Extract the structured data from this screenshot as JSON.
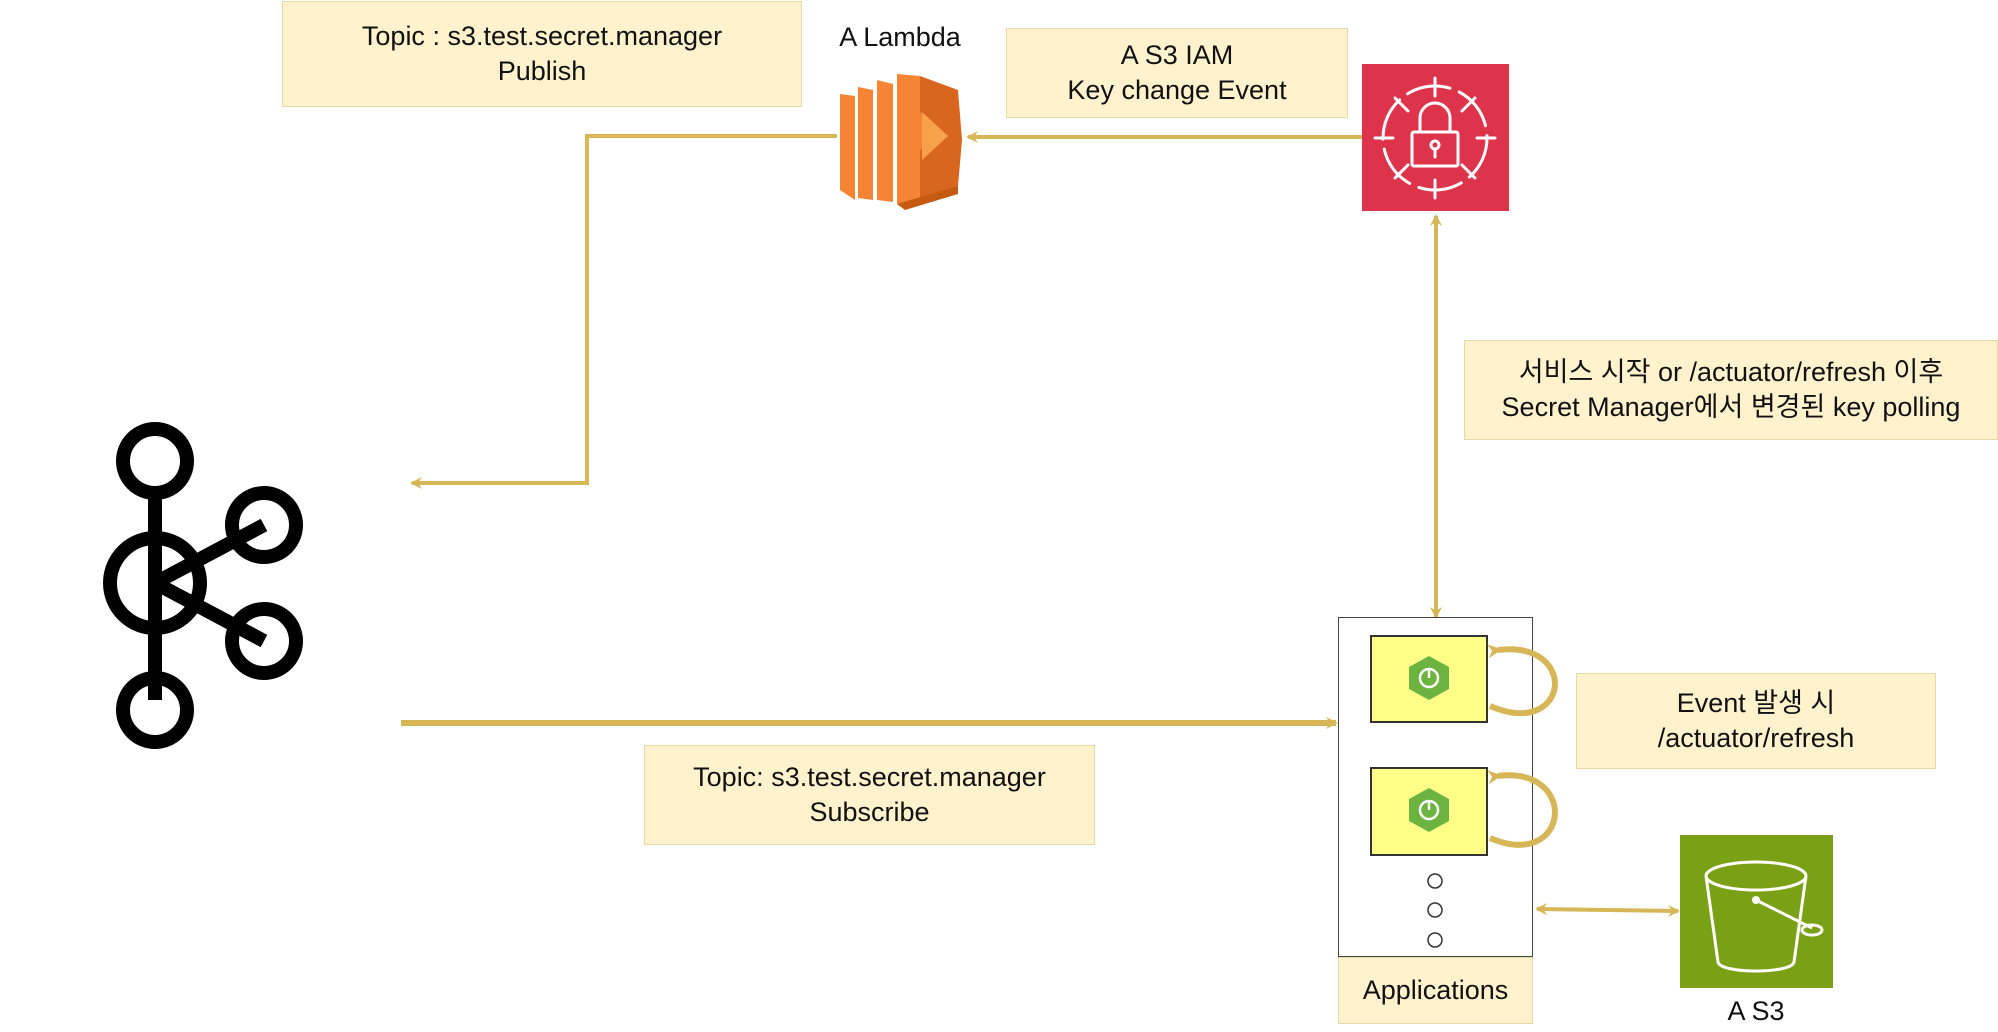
{
  "notes": {
    "publish": {
      "line1": "Topic : s3.test.secret.manager",
      "line2": "Publish"
    },
    "iam_event": {
      "line1": "A S3 IAM",
      "line2": "Key change Event"
    },
    "polling": {
      "line1": "서비스 시작 or /actuator/refresh 이후",
      "line2": "Secret Manager에서 변경된 key polling"
    },
    "refresh": {
      "line1": "Event 발생 시",
      "line2": "/actuator/refresh"
    },
    "subscribe": {
      "line1": "Topic: s3.test.secret.manager",
      "line2": "Subscribe"
    }
  },
  "labels": {
    "lambda": "A Lambda",
    "applications": "Applications",
    "s3": "A S3"
  },
  "icons": {
    "kafka": "kafka-logo-icon",
    "lambda": "aws-lambda-icon",
    "secrets_manager": "aws-secrets-manager-icon",
    "spring_app": "spring-boot-icon",
    "s3_bucket": "aws-s3-bucket-icon"
  },
  "colors": {
    "arrow": "#d6b656",
    "note_fill": "#fff2cc",
    "lambda_orange": "#f58534",
    "secrets_red": "#dd344c",
    "s3_green": "#7aa116",
    "app_box_fill": "#ffff88",
    "spring_green": "#6db33f"
  }
}
